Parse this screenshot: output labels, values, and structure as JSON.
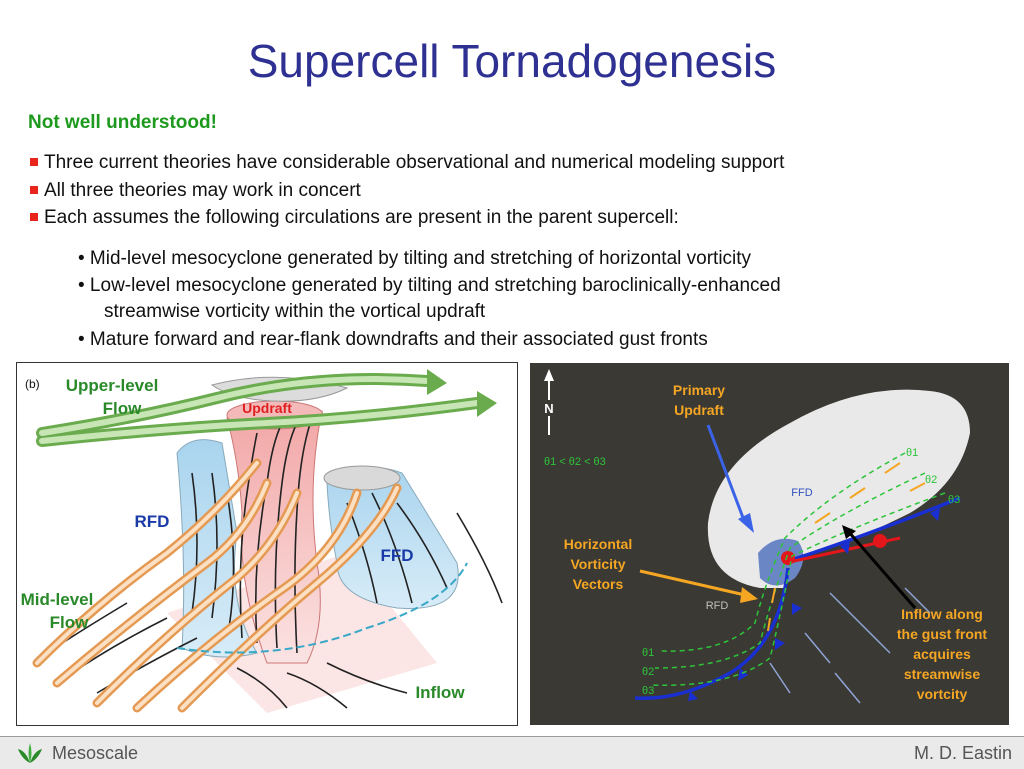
{
  "title": "Supercell Tornadogenesis",
  "subheading": "Not well understood!",
  "bullets": [
    "Three current theories have considerable observational and numerical modeling support",
    "All three theories may work in concert",
    "Each assumes the following circulations are present in the parent supercell:"
  ],
  "sub_bullets": [
    "• Mid-level mesocyclone generated by tilting and stretching of horizontal vorticity",
    "• Low-level mesocyclone generated by tilting and stretching baroclinically-enhanced",
    "streamwise vorticity within the vortical updraft",
    "• Mature forward and rear-flank downdrafts and their associated gust fronts"
  ],
  "left_figure": {
    "panel_tag": "(b)",
    "upper_flow_1": "Upper-level",
    "upper_flow_2": "Flow",
    "updraft": "Updraft",
    "rfd": "RFD",
    "ffd": "FFD",
    "midlevel_1": "Mid-level",
    "midlevel_2": "Flow",
    "inflow": "Inflow"
  },
  "right_figure": {
    "north": "N",
    "theta_order": "θ1 < θ2 < θ3",
    "primary_updraft_1": "Primary",
    "primary_updraft_2": "Updraft",
    "ffd": "FFD",
    "rfd": "RFD",
    "horiz_1": "Horizontal",
    "horiz_2": "Vorticity",
    "horiz_3": "Vectors",
    "inflow_1": "Inflow along",
    "inflow_2": "the gust front",
    "inflow_3": "acquires",
    "inflow_4": "streamwise",
    "inflow_5": "vortcity",
    "theta1": "θ1",
    "theta2": "θ2",
    "theta3": "θ3"
  },
  "footer": {
    "left": "Mesoscale",
    "right": "M. D. Eastin"
  },
  "colors": {
    "title": "#2e3192",
    "subheading": "#1d9a1d",
    "bullet_square": "#e8241b",
    "label_blue": "#1a3aa8",
    "label_green": "#2a8a2a",
    "label_orange": "#f5a623"
  }
}
